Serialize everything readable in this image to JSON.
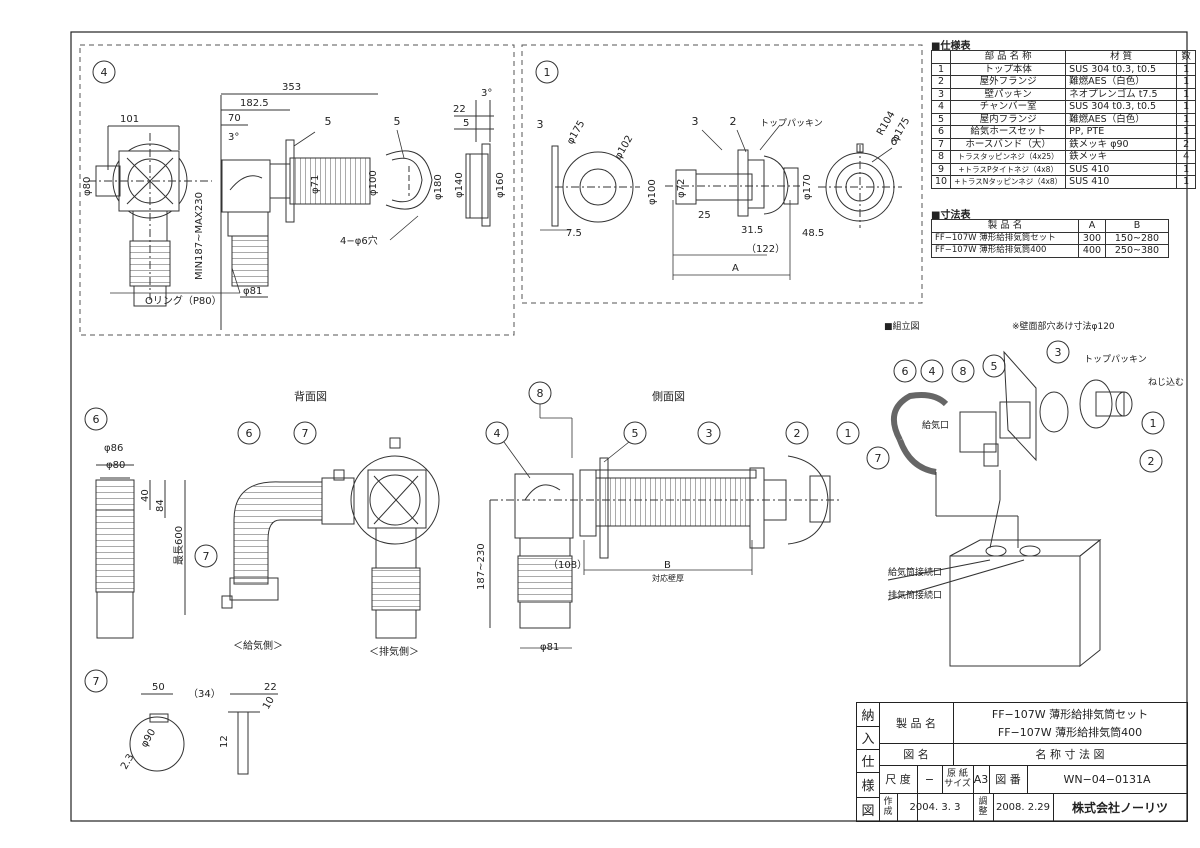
{
  "spec_table": {
    "title": "■仕様表",
    "headers": [
      "",
      "部 品 名 称",
      "材 質",
      "数"
    ],
    "rows": [
      {
        "no": "1",
        "name": "トップ本体",
        "material": "SUS 304 t0.3, t0.5",
        "qty": "1"
      },
      {
        "no": "2",
        "name": "屋外フランジ",
        "material": "難燃AES（白色）",
        "qty": "1"
      },
      {
        "no": "3",
        "name": "壁パッキン",
        "material": "ネオプレンゴム t7.5",
        "qty": "1"
      },
      {
        "no": "4",
        "name": "チャンバー室",
        "material": "SUS 304 t0.3, t0.5",
        "qty": "1"
      },
      {
        "no": "5",
        "name": "屋内フランジ",
        "material": "難燃AES（白色）",
        "qty": "1"
      },
      {
        "no": "6",
        "name": "給気ホースセット",
        "material": "PP, PTE",
        "qty": "1"
      },
      {
        "no": "7",
        "name": "ホースバンド（大）",
        "material": "鉄メッキ φ90",
        "qty": "2"
      },
      {
        "no": "8",
        "name": "トラスタッピンネジ（4x25）",
        "material": "鉄メッキ",
        "qty": "4"
      },
      {
        "no": "9",
        "name": "+トラスPタイトネジ（4x8）",
        "material": "SUS 410",
        "qty": "1"
      },
      {
        "no": "10",
        "name": "+トラスNタッピンネジ（4x8）",
        "material": "SUS 410",
        "qty": "1"
      }
    ]
  },
  "dim_table": {
    "title": "■寸法表",
    "headers": [
      "製 品 名",
      "A",
      "B"
    ],
    "rows": [
      {
        "name": "FF−107W 薄形給排気筒セット",
        "a": "300",
        "b": "150~280"
      },
      {
        "name": "FF−107W 薄形給排気筒400",
        "a": "400",
        "b": "250~380"
      }
    ]
  },
  "title_block": {
    "side": "納入仕様図",
    "side_chars": [
      "納",
      "入",
      "仕",
      "様",
      "図"
    ],
    "product_label": "製 品 名",
    "product_line1": "FF−107W 薄形給排気筒セット",
    "product_line2": "FF−107W 薄形給排気筒400",
    "drawing_label": "図 名",
    "drawing_name": "名 称 寸 法 図",
    "scale_label": "尺 度",
    "scale_value": "−",
    "paper_label": "原 紙\nサイズ",
    "paper_value": "A3",
    "number_label": "図 番",
    "number_value": "WN−04−0131A",
    "made_label": "作\n成",
    "made_date": "2004. 3. 3",
    "adjust_label": "調\n整",
    "adjust_date": "2008. 2.29",
    "company": "株式会社ノーリツ"
  },
  "labels": {
    "assembly_title": "■組立図",
    "wall_hole": "※壁面部穴あけ寸法φ120",
    "top_packing": "トップパッキン",
    "top_packing2": "トップパッキン",
    "screw_in": "ねじ込む",
    "air_port": "給気口",
    "supply_conn": "給気筒接続口",
    "exhaust_conn": "排気筒接続口",
    "back_view": "背面図",
    "side_view": "側面図",
    "supply_side": "＜給気側＞",
    "exhaust_side": "＜排気側＞",
    "oring": "Oリング（P80）",
    "wall_thickness": "対応壁厚",
    "hose_length": "最長600",
    "holes": "4−φ6穴"
  },
  "callouts": {
    "c1": "1",
    "c2": "2",
    "c3": "3",
    "c4": "4",
    "c5": "5",
    "c6": "6",
    "c7": "7",
    "c8": "8"
  },
  "dims": {
    "d353": "353",
    "d1825": "182.5",
    "d70": "70",
    "d3deg": "3°",
    "d101": "101",
    "dphi80": "φ80",
    "dmin": "MIN187~MAX230",
    "dphi71": "φ71",
    "dphi100": "φ100",
    "dphi81": "φ81",
    "dphi180": "φ180",
    "dphi140": "φ140",
    "dphi160": "φ160",
    "d22": "22",
    "d5": "5",
    "d3deg2": "3°",
    "dphi175": "φ175",
    "dphi102": "φ102",
    "d75": "7.5",
    "dphi72": "φ72",
    "d25": "25",
    "d315": "31.5",
    "d122": "（122）",
    "d485": "48.5",
    "dA": "A",
    "dphi170": "φ170",
    "dR104": "R104",
    "dphi175b": "φ175",
    "dphi86": "φ86",
    "dphi80b": "φ80",
    "d40": "40",
    "d84": "84",
    "d187": "187~230",
    "d108": "（108）",
    "dB": "B",
    "dphi81b": "φ81",
    "d50": "50",
    "d34": "（34）",
    "dphi90": "φ90",
    "d23": "2.3",
    "d22b": "22",
    "d10": "10",
    "d12": "12",
    "dphi100b": "φ100"
  }
}
